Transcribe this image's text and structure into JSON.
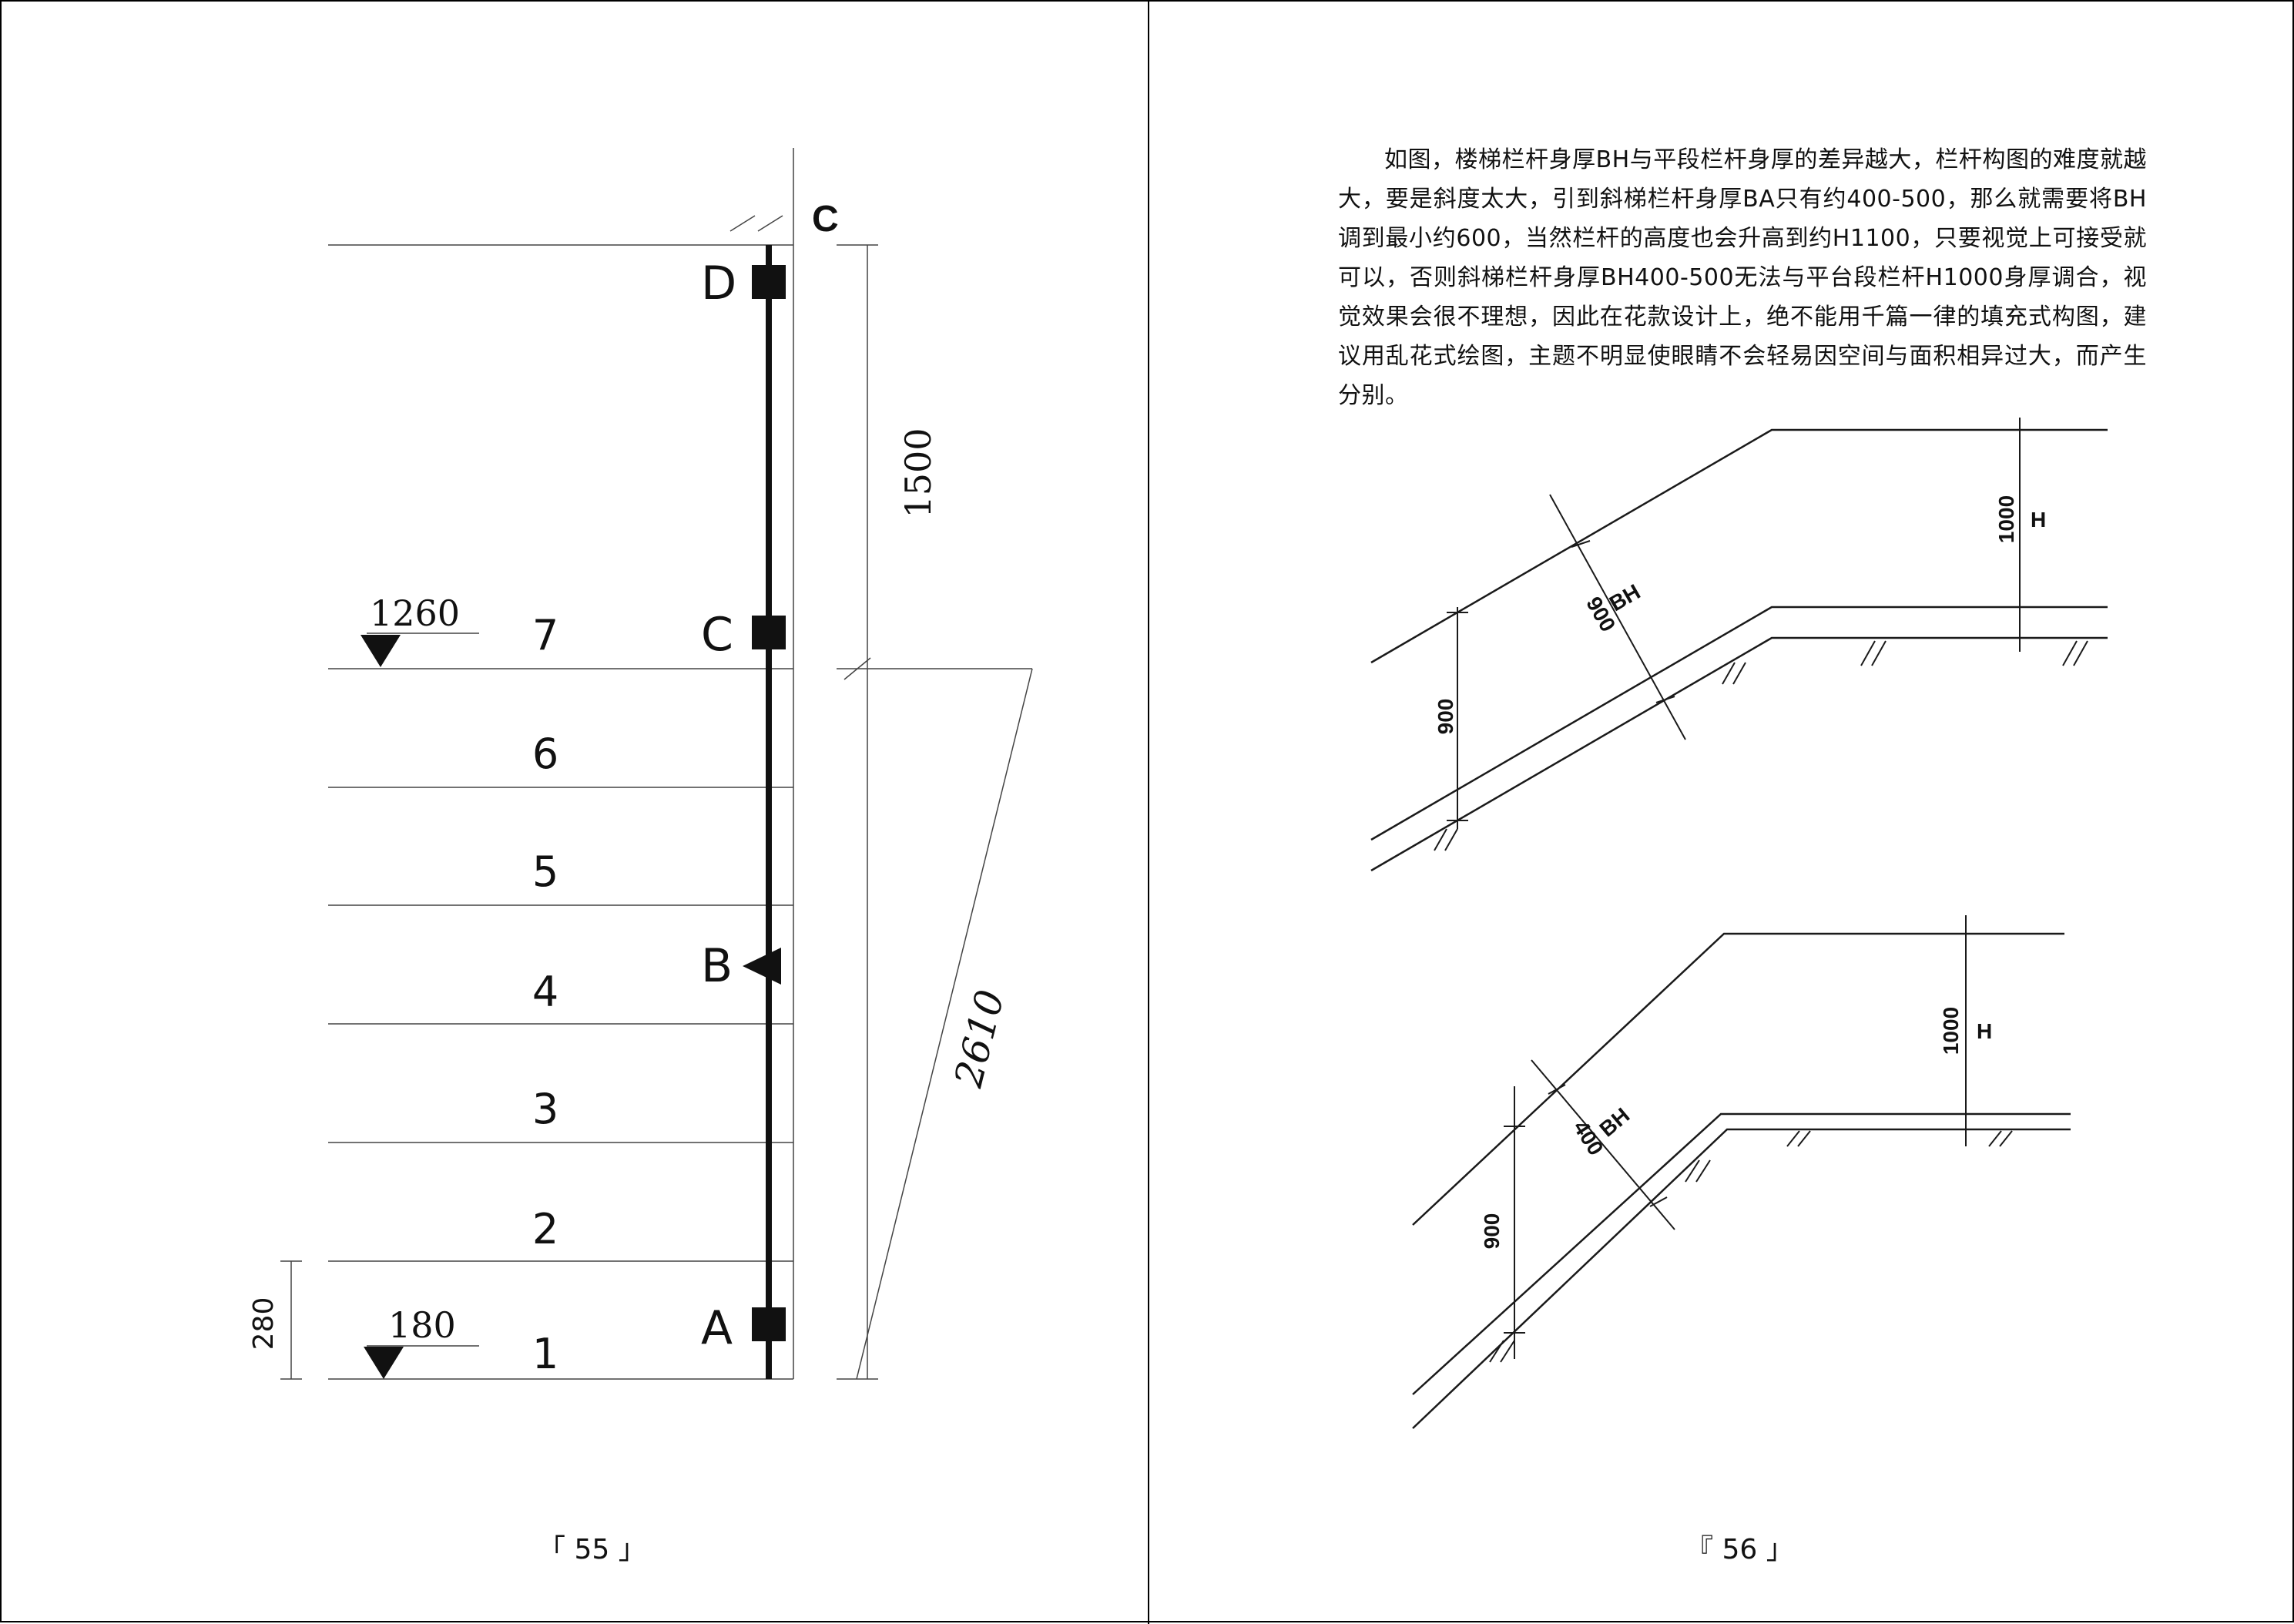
{
  "left_page": {
    "page_number": "「 55 」",
    "top_label": "C",
    "points": {
      "D": "D",
      "C": "C",
      "B": "B",
      "A": "A"
    },
    "steps": [
      "1",
      "2",
      "3",
      "4",
      "5",
      "6",
      "7"
    ],
    "levels": {
      "upper": "1260",
      "lower": "180"
    },
    "dims": {
      "top_height": "1500",
      "diagonal": "2610",
      "step_height": "280"
    }
  },
  "right_page": {
    "page_number": "『 56 」",
    "paragraph": "如图，楼梯栏杆身厚BH与平段栏杆身厚的差异越大，栏杆构图的难度就越大，要是斜度太大，引到斜梯栏杆身厚BA只有约400-500，那么就需要将BH调到最小约600，当然栏杆的高度也会升高到约H1100，只要视觉上可接受就可以，否则斜梯栏杆身厚BH400-500无法与平台段栏杆H1000身厚调合，视觉效果会很不理想，因此在花款设计上，绝不能用千篇一律的填充式构图，建议用乱花式绘图，主题不明显使眼睛不会轻易因空间与面积相异过大，而产生分别。",
    "diagram_top": {
      "landing_height": "1000",
      "landing_label": "H",
      "stair_height": "900",
      "thickness": "900",
      "thickness_label": "BH"
    },
    "diagram_bottom": {
      "landing_height": "1000",
      "landing_label": "H",
      "stair_height": "900",
      "thickness": "400",
      "thickness_label": "BH"
    }
  },
  "colors": {
    "ink": "#111111",
    "line": "#1a1a1a",
    "thin": "#555555"
  }
}
